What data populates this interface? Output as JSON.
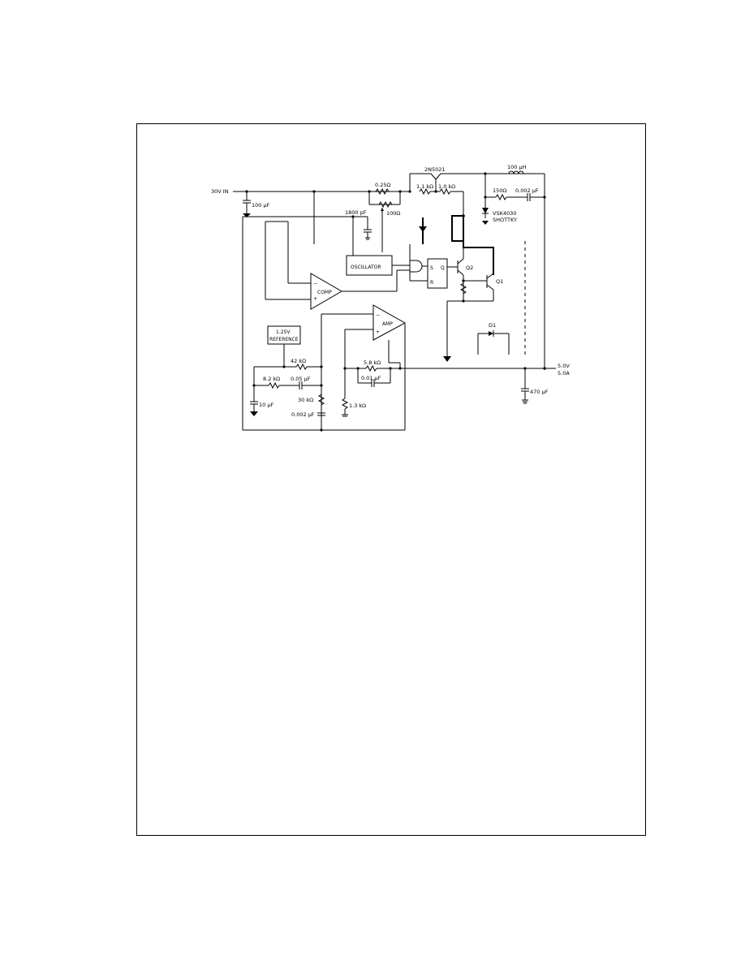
{
  "schematic": {
    "inputs": {
      "vin": "30V IN"
    },
    "outputs": {
      "vout_line1": "5.0V",
      "vout_line2": "5.0A"
    },
    "components": {
      "c_in": "100 µF",
      "r_sense": "0.25Ω",
      "r_osc": "100Ω",
      "c_osc": "1800 pF",
      "transistor_top": "2N5021",
      "r_base1": "1.1 kΩ",
      "r_base2": "1.0 kΩ",
      "inductor": "100 µH",
      "r_snub": "150Ω",
      "c_snub": "0.002 µF",
      "diode": "VSK4030",
      "diode_note": "SHOTTKY",
      "r_ref": "42 kΩ",
      "r_comp1": "8.2 kΩ",
      "c_comp1": "0.05 µF",
      "r_comp2": "30 kΩ",
      "c_ref": "10 µF",
      "c_comp2": "0.002 µF",
      "r_fb1": "5.8 kΩ",
      "c_fb": "0.01 µF",
      "r_fb2": "1.3 kΩ",
      "c_out": "470 µF",
      "q1": "Q1",
      "q2": "Q2",
      "d1": "D1"
    },
    "blocks": {
      "oscillator": "OSCILLATOR",
      "comparator": "COMP",
      "amplifier": "AMP",
      "reference_line1": "1.25V",
      "reference_line2": "REFERENCE",
      "ff_s": "S",
      "ff_q": "Q",
      "ff_r": "R"
    }
  }
}
